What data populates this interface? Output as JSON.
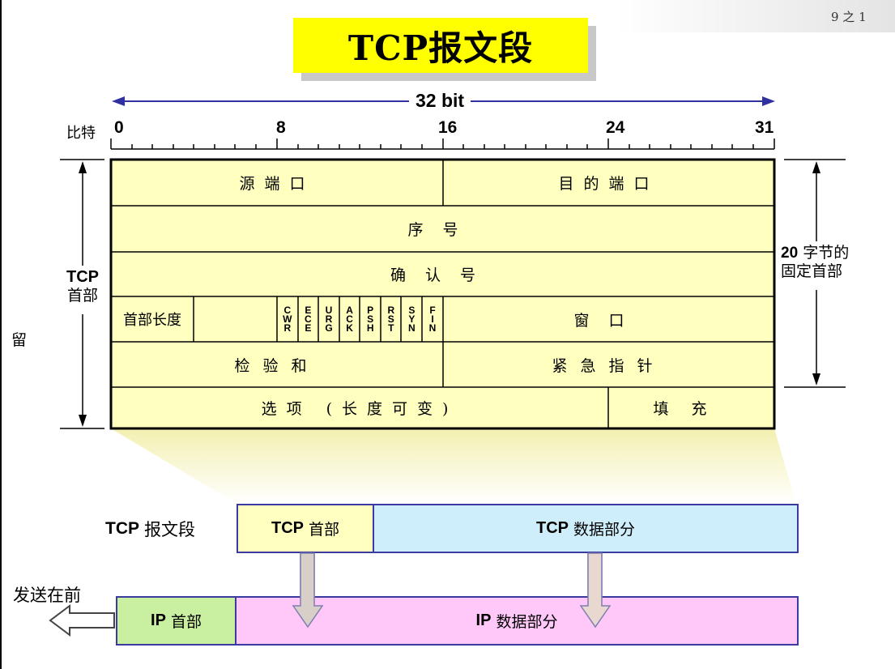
{
  "page_indicator": "9 之 1",
  "title": "TCP报文段",
  "bit_width_label": "32 bit",
  "bit_axis_label": "比特",
  "bit_ticks": [
    "0",
    "8",
    "16",
    "24",
    "31"
  ],
  "left_label": {
    "line1": "TCP",
    "line2": "首部"
  },
  "right_label": {
    "line1_num": "20",
    "line1_text": "字节的",
    "line2": "固定首部"
  },
  "stray_char": "留",
  "header_fields": {
    "source_port": "源端口",
    "dest_port": "目的端口",
    "sequence_number": "序号",
    "ack_number": "确认号",
    "header_length": "首部长度",
    "window": "窗口",
    "checksum": "检验和",
    "urgent_pointer": "紧急指针",
    "options": "选项 (长度可变)",
    "padding": "填充"
  },
  "flags": [
    "CWR",
    "ECE",
    "URG",
    "ACK",
    "PSH",
    "RST",
    "SYN",
    "FIN"
  ],
  "segment_row": {
    "label_en": "TCP",
    "label_zh": "报文段",
    "header_en": "TCP",
    "header_zh": "首部",
    "data_en": "TCP",
    "data_zh": "数据部分"
  },
  "ip_row": {
    "send_first": "发送在前",
    "header_en": "IP",
    "header_zh": "首部",
    "data_en": "IP",
    "data_zh": "数据部分"
  },
  "colors": {
    "title_bg": "#ffff00",
    "header_bg": "#ffffc0",
    "tcp_data_bg": "#cfeefc",
    "ip_header_bg": "#c8f0a0",
    "ip_data_bg": "#ffc8f8",
    "arrow_blue": "#3030a0",
    "box_border": "#3a3aa0"
  }
}
